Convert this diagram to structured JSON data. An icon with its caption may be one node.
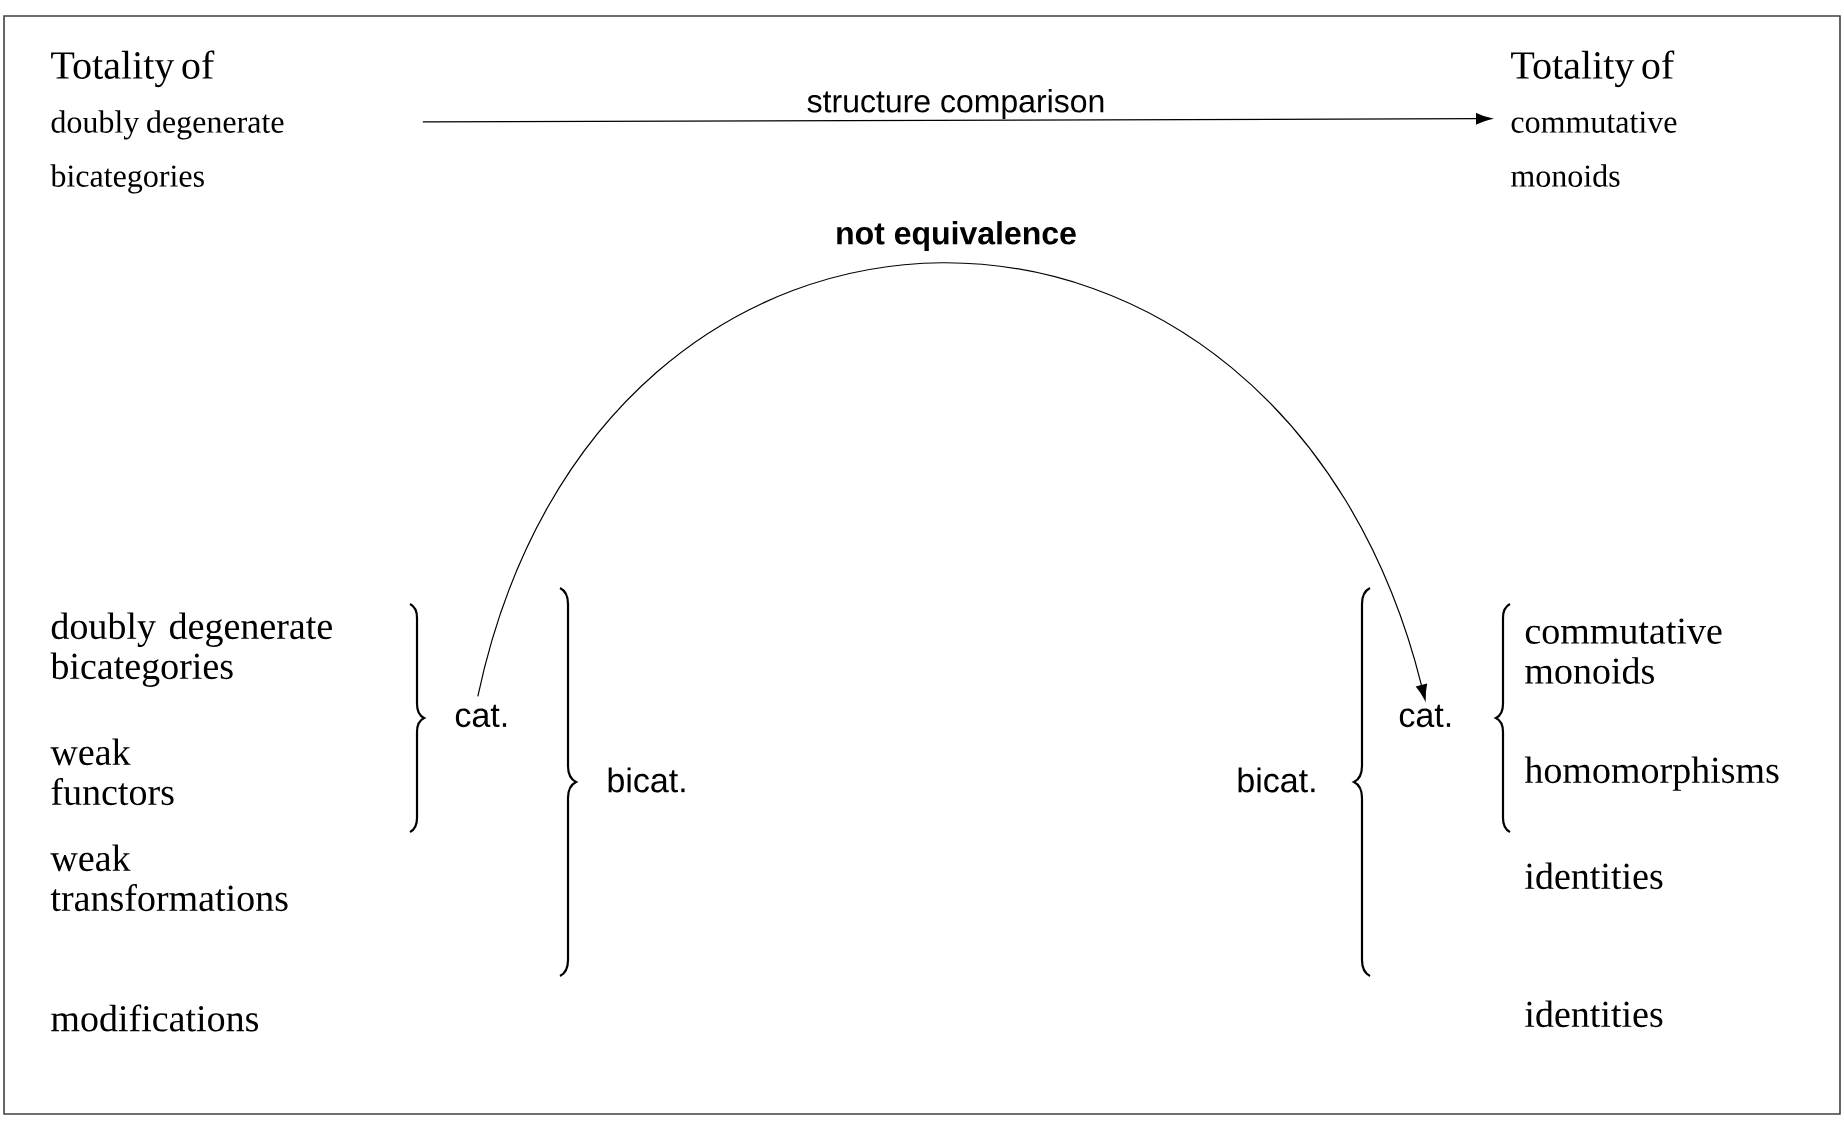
{
  "diagram": {
    "nodes": [
      {
        "text": [
          "Totality of",
          "doubly degenerate bicategories"
        ]
      },
      {
        "text": [
          "Totality of",
          "commutative monoids"
        ]
      },
      {
        "text": [
          "cat."
        ]
      },
      {
        "text": [
          "cat."
        ]
      }
    ],
    "edges": [
      {
        "from": 0,
        "to": 1,
        "arrow": "to",
        "label": "structure comparison"
      },
      {
        "from": 2,
        "to": 3,
        "arrow": "to",
        "label": "not equivalence"
      }
    ],
    "labels": [
      "doubly degenerate bicategories",
      "weak functors",
      "weak transformations",
      "modifications",
      "bicat.",
      "bicat.",
      "commutative monoids",
      "homomorphisms",
      "identities",
      "identities"
    ]
  }
}
